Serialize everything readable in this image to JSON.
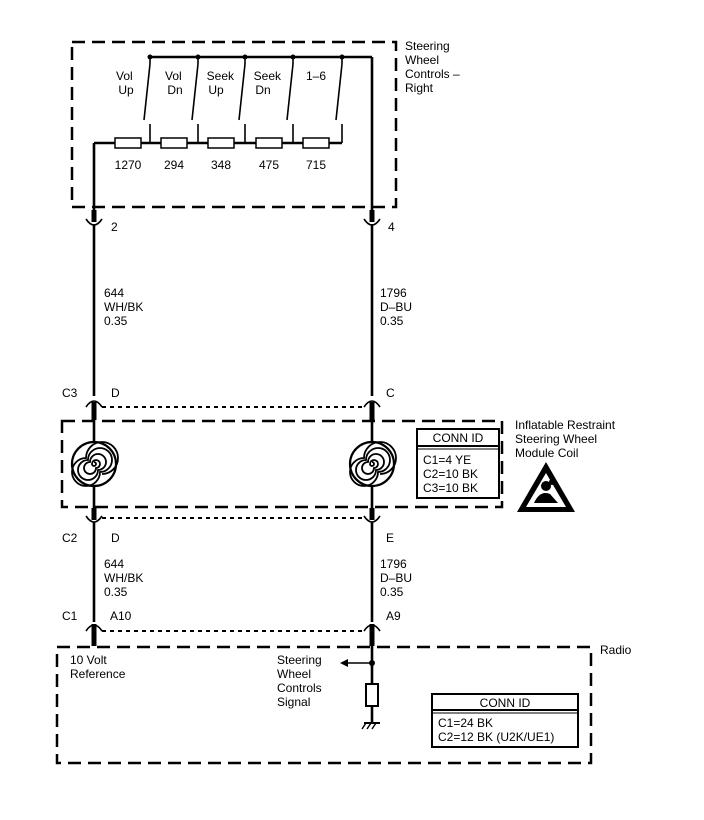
{
  "swc_module": {
    "title_lines": [
      "Steering",
      "Wheel",
      "Controls –",
      "Right"
    ],
    "switches": [
      {
        "line1": "Vol",
        "line2": "Up"
      },
      {
        "line1": "Vol",
        "line2": "Dn"
      },
      {
        "line1": "Seek",
        "line2": "Up"
      },
      {
        "line1": "Seek",
        "line2": "Dn"
      },
      {
        "line1": "1–6",
        "line2": ""
      }
    ],
    "resistors": [
      "1270",
      "294",
      "348",
      "475",
      "715"
    ],
    "pin_left": "2",
    "pin_right": "4"
  },
  "wires_upper": {
    "left": [
      "644",
      "WH/BK",
      "0.35"
    ],
    "right": [
      "1796",
      "D–BU",
      "0.35"
    ]
  },
  "coil_module": {
    "title_lines": [
      "Inflatable Restraint",
      "Steering Wheel",
      "Module Coil"
    ],
    "conn_id_title": "CONN ID",
    "conn_id_lines": [
      "C1=4 YE",
      "C2=10 BK",
      "C3=10 BK"
    ],
    "top_connector": "C3",
    "top_pin_left": "D",
    "top_pin_right": "C",
    "bottom_connector": "C2",
    "bottom_pin_left": "D",
    "bottom_pin_right": "E"
  },
  "wires_lower": {
    "left": [
      "644",
      "WH/BK",
      "0.35"
    ],
    "right": [
      "1796",
      "D–BU",
      "0.35"
    ]
  },
  "radio": {
    "title": "Radio",
    "connector": "C1",
    "pin_left": "A10",
    "pin_right": "A9",
    "ref_label_lines": [
      "10 Volt",
      "Reference"
    ],
    "signal_label_lines": [
      "Steering",
      "Wheel",
      "Controls",
      "Signal"
    ],
    "conn_id_title": "CONN ID",
    "conn_id_lines": [
      "C1=24 BK",
      "C2=12 BK (U2K/UE1)"
    ]
  }
}
